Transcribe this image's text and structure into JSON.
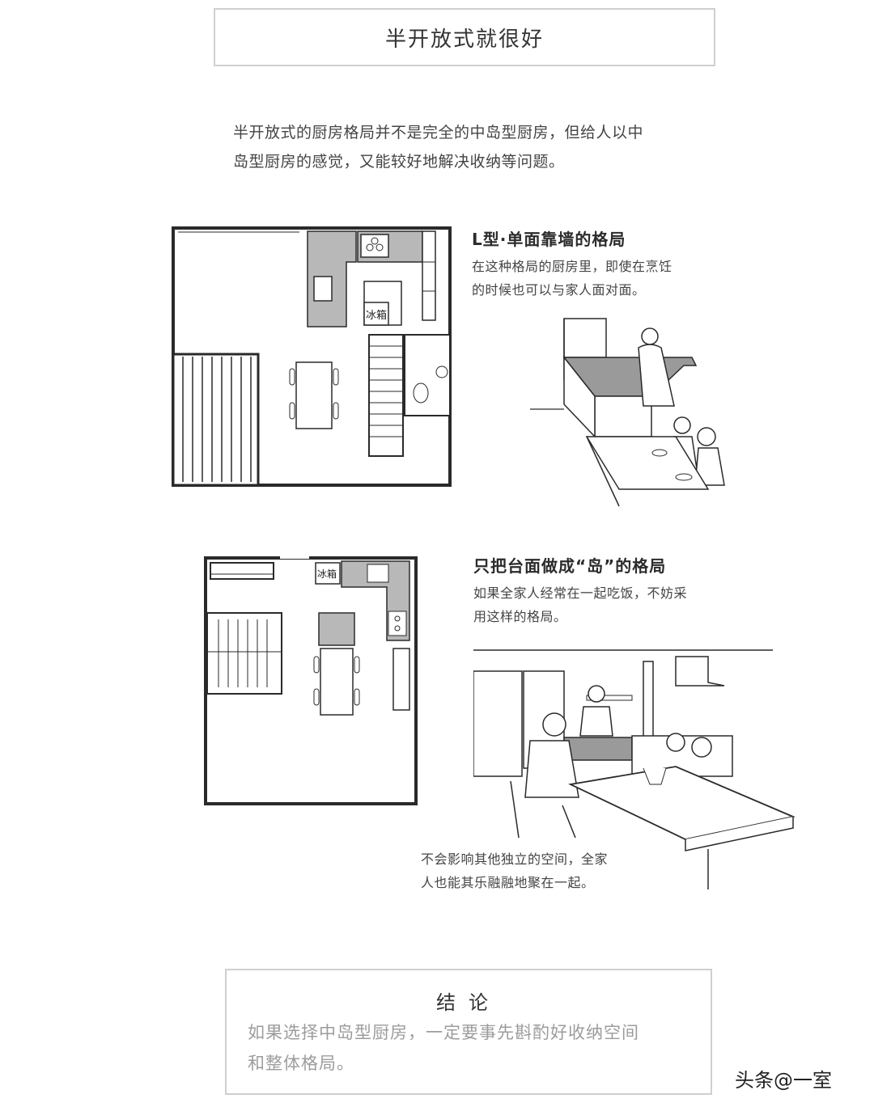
{
  "header": {
    "title": "半开放式就很好"
  },
  "intro": {
    "line1": "半开放式的厨房格局并不是完全的中岛型厨房，但给人以中",
    "line2": "岛型厨房的感觉，又能较好地解决收纳等问题。"
  },
  "section1": {
    "title": "L型·单面靠墙的格局",
    "line1": "在这种格局的厨房里，即使在烹饪",
    "line2": "的时候也可以与家人面对面。",
    "fridge_label": "冰箱"
  },
  "section2": {
    "title": "只把台面做成“岛”的格局",
    "line1": "如果全家人经常在一起吃饭，不妨采",
    "line2": "用这样的格局。",
    "fridge_label": "冰箱",
    "caption_line1": "不会影响其他独立的空间，全家",
    "caption_line2": "人也能其乐融融地聚在一起。"
  },
  "conclusion": {
    "title": "结论",
    "line1": "如果选择中岛型厨房，一定要事先斟酌好收纳空间",
    "line2": "和整体格局。"
  },
  "watermark": {
    "text": "头条@一室"
  },
  "colors": {
    "counter_gray": "#b8b8b8",
    "line": "#2a2a2a",
    "box_border": "#cfcfcf"
  }
}
